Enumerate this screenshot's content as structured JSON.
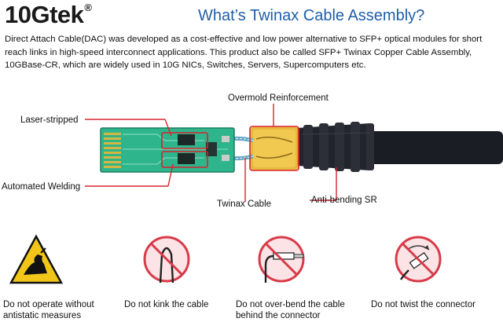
{
  "brand": {
    "name": "10Gtek",
    "reg": "®"
  },
  "title": "What’s Twinax Cable Assembly?",
  "intro": "Direct Attach Cable(DAC) was developed as a cost-effective and low power alternative to SFP+ optical modules for short reach links in high-speed interconnect applications. This product also be called SFP+ Twinax Copper Cable Assembly, 10GBase-CR, which are widely used in 10G NICs, Switches, Servers, Supercomputers etc.",
  "labels": {
    "overmold": "Overmold Reinforcement",
    "laser": "Laser-stripped",
    "welding": "Automated Welding",
    "twinax": "Twinax Cable",
    "antibend": "Anti-bending SR"
  },
  "warnings": [
    {
      "icon": "esd-warning-icon",
      "line1": "Do not operate without",
      "line2": "antistatic measures"
    },
    {
      "icon": "no-kink-icon",
      "line1": "Do not kink the cable",
      "line2": ""
    },
    {
      "icon": "no-overbend-icon",
      "line1": "Do not over-bend the cable",
      "line2": "behind the connector"
    },
    {
      "icon": "no-twist-icon",
      "line1": "Do not twist the connector",
      "line2": ""
    }
  ],
  "colors": {
    "title": "#1f5fa8",
    "callout": "#d9232e",
    "pcb": "#2fb58c",
    "overmold": "#e6b12a",
    "cable": "#1b1d24",
    "prohibit": "#d83a48",
    "esd": "#f2c618"
  }
}
